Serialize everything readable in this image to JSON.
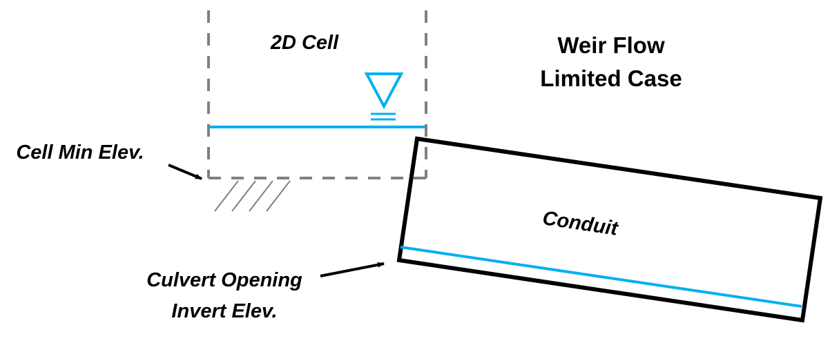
{
  "title": {
    "line1": "Weir Flow",
    "line2": "Limited Case"
  },
  "labels": {
    "cell": "2D Cell",
    "cell_min_elev": "Cell Min Elev.",
    "conduit": "Conduit",
    "culvert_line1": "Culvert Opening",
    "culvert_line2": "Invert Elev."
  },
  "colors": {
    "water": "#00b0f0",
    "cell_border": "#808080",
    "conduit_border": "#000000",
    "ground_hatch": "#808080",
    "text": "#000000"
  }
}
